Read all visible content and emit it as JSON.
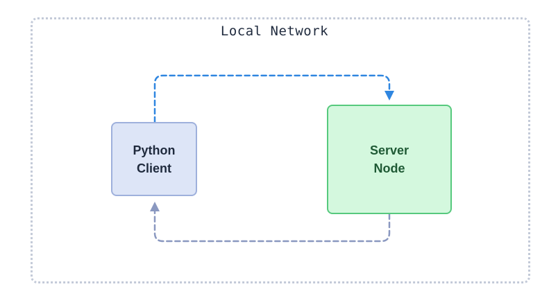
{
  "diagram": {
    "network_label": "Local Network",
    "client": {
      "line1": "Python",
      "line2": "Client"
    },
    "server": {
      "line1": "Server",
      "line2": "Node"
    },
    "colors": {
      "request_arrow": "#2f86e0",
      "response_arrow": "#8a98c0",
      "boundary": "#c3cad8",
      "client_fill": "#dde5f7",
      "client_border": "#9eb0dc",
      "server_fill": "#d4f8de",
      "server_border": "#56c97d"
    }
  }
}
